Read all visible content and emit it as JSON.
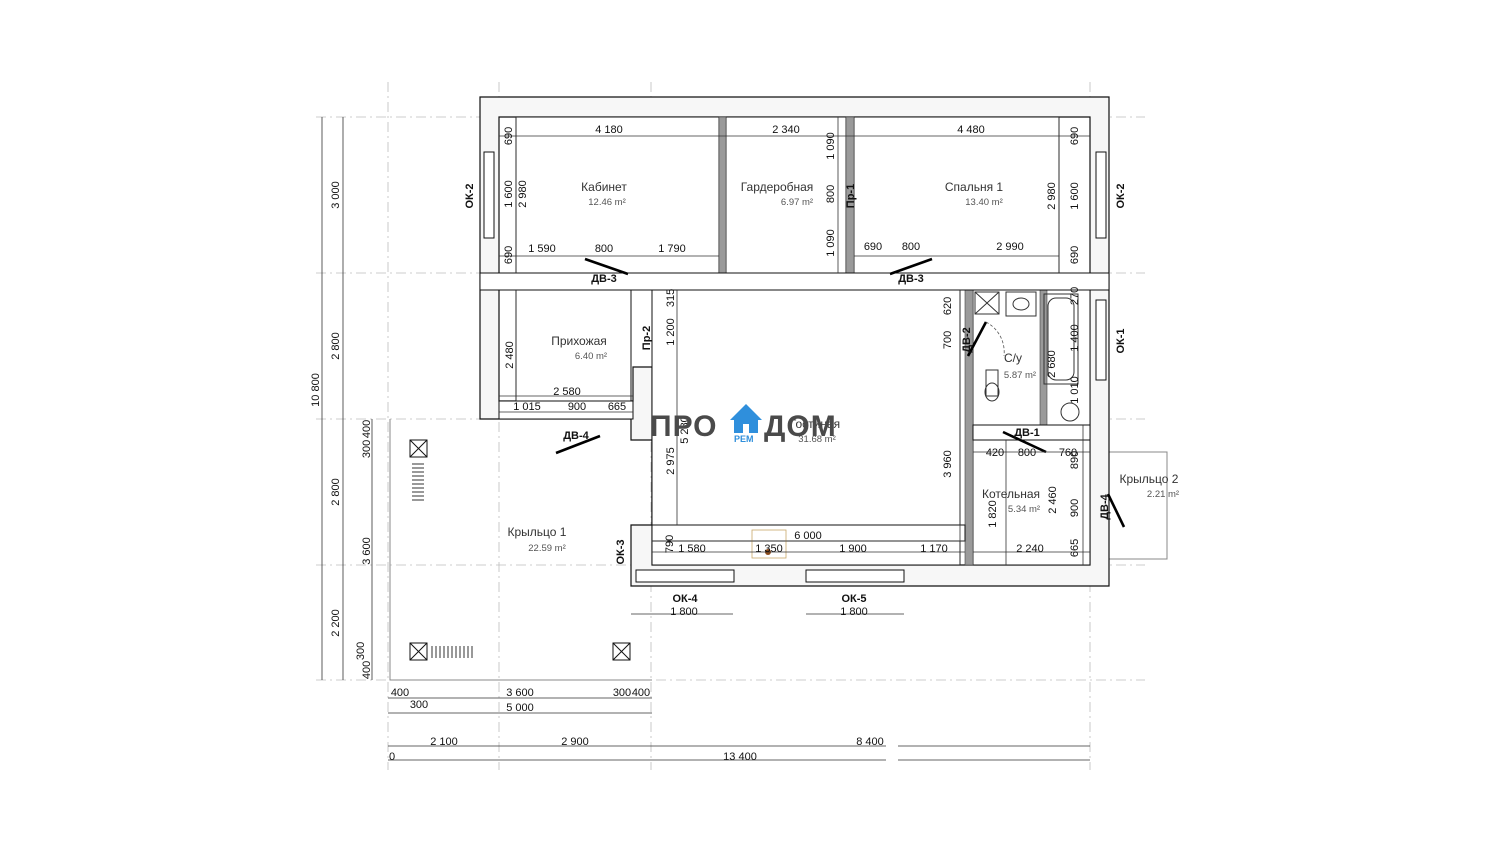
{
  "logo": {
    "left": "ПРО",
    "right": "ДОМ",
    "sub": "РЕМ",
    "house_color": "#2f8fdc"
  },
  "rooms": {
    "kabinet": {
      "name": "Кабинет",
      "area": "12.46 m²"
    },
    "garderob": {
      "name": "Гардеробная",
      "area": "6.97 m²"
    },
    "spalnya": {
      "name": "Спальня 1",
      "area": "13.40 m²"
    },
    "prihozhaya": {
      "name": "Прихожая",
      "area": "6.40 m²"
    },
    "gostinaya": {
      "name": "Гостиная",
      "area": "31.68 m²"
    },
    "su": {
      "name": "С/у",
      "area": "5.87 m²"
    },
    "kotelnaya": {
      "name": "Котельная",
      "area": "5.34 m²"
    },
    "kryltso1": {
      "name": "Крыльцо 1",
      "area": "22.59 m²"
    },
    "kryltso2": {
      "name": "Крыльцо 2",
      "area": "2.21 m²"
    }
  },
  "tags": {
    "ok2_left": "ОК-2",
    "ok2_right": "ОК-2",
    "ok1": "ОК-1",
    "ok3": "ОК-3",
    "ok4": "ОК-4",
    "ok5": "ОК-5",
    "dv3_left": "ДВ-3",
    "dv3_right": "ДВ-3",
    "dv4_left": "ДВ-4",
    "dv4_right": "ДВ-4",
    "dv2": "ДВ-2",
    "dv1": "ДВ-1",
    "pr1": "Пр-1",
    "pr2": "Пр-2"
  },
  "dims": {
    "top_kab": "4 180",
    "top_gar": "2 340",
    "top_sp": "4 480",
    "kab_l1": "690",
    "kab_l2": "1 600",
    "kab_l3": "2 980",
    "kab_l4": "690",
    "kab_b1": "1 590",
    "kab_b2": "800",
    "kab_b3": "1 790",
    "gar_r1": "1 090",
    "gar_r2": "800",
    "gar_r3": "1 090",
    "sp_b1": "690",
    "sp_b2": "800",
    "sp_b3": "2 990",
    "sp_r1": "2 980",
    "sp_r2": "1 600",
    "sp_r3": "690",
    "sp_r4": "690",
    "pr_v": "2 480",
    "pr_h": "2 580",
    "pr_b1": "1 015",
    "pr_b2": "900",
    "pr_b3": "665",
    "pr2_1": "315",
    "pr2_2": "1 200",
    "g_v1": "2 975",
    "g_v2": "5 280",
    "g_w": "6 000",
    "g_b0": "790",
    "g_b1": "1 580",
    "g_b2": "1 350",
    "g_b3": "1 900",
    "g_b4": "1 170",
    "g_r": "3 960",
    "su_1": "620",
    "su_2": "700",
    "su_3": "2 680",
    "su_4": "270",
    "su_5": "1 400",
    "su_6": "1 010",
    "kt_1": "420",
    "kt_2": "800",
    "kt_3": "760",
    "kt_4": "890",
    "kt_5": "2 460",
    "kt_6": "900",
    "kt_7": "1 820",
    "kt_8": "2 240",
    "kt_9": "665",
    "ok4_w": "1 800",
    "ok5_w": "1 800",
    "left_1": "3 000",
    "left_2": "2 800",
    "left_3": "2 800",
    "left_4": "2 200",
    "left_total": "10 800",
    "p_1": "300",
    "p_2": "400",
    "p_3": "3 600",
    "p_4": "300",
    "p_5": "400",
    "pb_1": "400",
    "pb_2": "3 600",
    "pb_3": "300",
    "pb_4": "400",
    "pb_5": "300",
    "pb_total": "5 000",
    "b_1": "2 100",
    "b_2": "2 900",
    "b_3": "8 400",
    "b_total": "13 400",
    "b_start": "0"
  }
}
